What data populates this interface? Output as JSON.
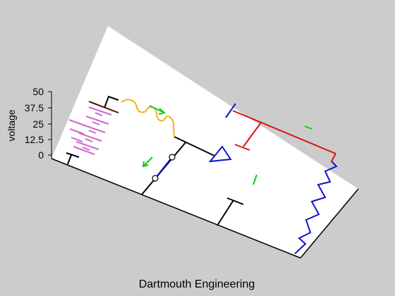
{
  "axis": {
    "label": "voltage",
    "ticks": [
      "50",
      "37.5",
      "25",
      "12.5",
      "0"
    ]
  },
  "caption": "Dartmouth Engineering",
  "colors": {
    "background": "#cccccc",
    "board": "#ffffff",
    "wire": "#000000",
    "battery": "#cc66cc",
    "inductor": "#f2b31a",
    "resistor": "#1111cc",
    "red_wire": "#e01010",
    "dark_red": "#5a0a0a",
    "current_arrow": "#11cc11",
    "caption": "#0a3a0a"
  }
}
